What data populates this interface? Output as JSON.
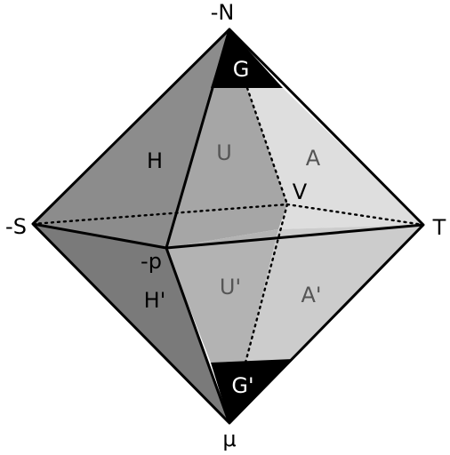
{
  "vertices": {
    "top": "-N",
    "bottom": "μ",
    "left": "-S",
    "right": "T",
    "front": "-p",
    "back": "V"
  },
  "faces": {
    "H": "H",
    "U": "U",
    "A": "A",
    "G": "G",
    "H_prime": "H'",
    "U_prime": "U'",
    "A_prime": "A'",
    "G_prime": "G'"
  },
  "colors": {
    "outline": "#000000",
    "left_face_dark": "#8c8c8c",
    "left_face_darker": "#7a7a7a",
    "middle_face": "#a6a6a6",
    "middle_face_lower": "#b3b3b3",
    "right_face": "#dedede",
    "right_face_lower": "#cccccc",
    "cap": "#000000"
  }
}
